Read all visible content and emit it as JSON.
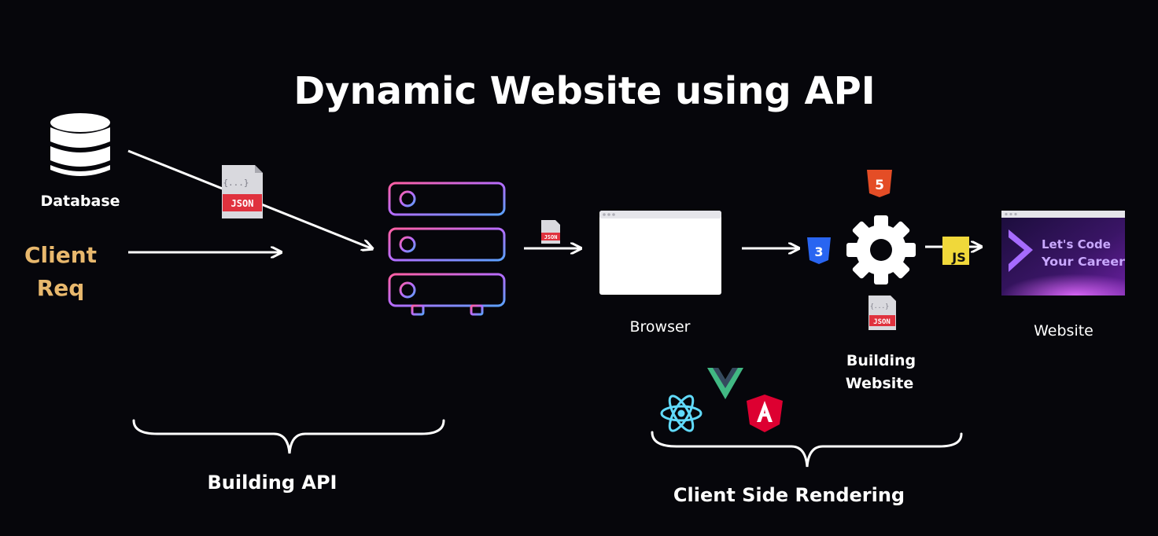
{
  "title": "Dynamic Website using API",
  "labels": {
    "database": "Database",
    "client_line1": "Client",
    "client_line2": "Req",
    "browser": "Browser",
    "building_website_line1": "Building",
    "building_website_line2": "Website",
    "website": "Website",
    "building_api": "Building API",
    "client_side_rendering": "Client Side Rendering"
  },
  "badges": {
    "json": "JSON",
    "json_placeholder": "{...}",
    "html": "5",
    "css": "3",
    "js": "JS"
  },
  "website_preview": {
    "line1": "Let's Code",
    "line2": "Your Career"
  },
  "frameworks": [
    "react-icon",
    "vue-icon",
    "angular-icon"
  ],
  "colors": {
    "background": "#06060b",
    "client_label": "#e8b86d",
    "json_badge": "#e0323e",
    "html5": "#e44d26",
    "css3": "#2965f1",
    "js": "#f0d83a",
    "vue_green": "#41b883",
    "angular_red": "#dd0031",
    "react_blue": "#61dafb"
  }
}
